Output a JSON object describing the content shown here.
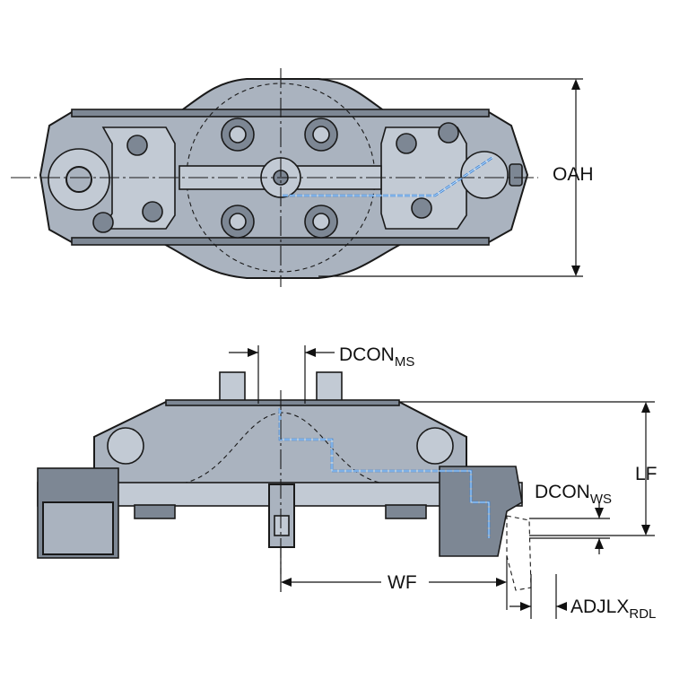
{
  "labels": {
    "oah": "OAH",
    "dcon_ms": {
      "main": "DCON",
      "sub": "MS"
    },
    "lf": "LF",
    "dcon_ws": {
      "main": "DCON",
      "sub": "WS"
    },
    "wf": "WF",
    "adjlx_rdl": {
      "main": "ADJLX",
      "sub": "RDL"
    }
  },
  "colors": {
    "body": "#aab3bf",
    "body_light": "#c2cad4",
    "body_dark": "#7d8794",
    "coolant": "#3a7fd0",
    "line": "#111111"
  }
}
